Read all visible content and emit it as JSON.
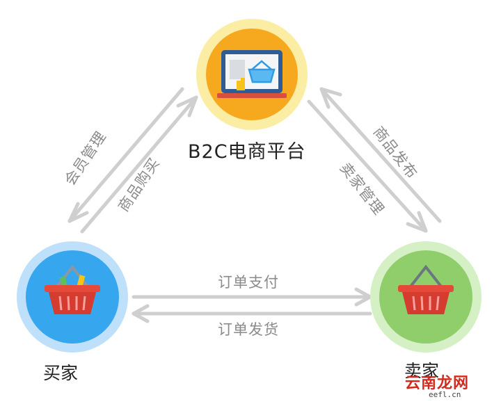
{
  "nodes": {
    "platform": {
      "title": "B2C电商平台",
      "ring": "#fbeea4",
      "fill": "#f6a81f"
    },
    "buyer": {
      "title": "买家",
      "ring": "#bfe0fb",
      "fill": "#36a6ee"
    },
    "seller": {
      "title": "卖家",
      "ring": "#d4f0c4",
      "fill": "#8fce6b"
    }
  },
  "edges": {
    "member_mgmt": "会员管理",
    "product_buy": "商品购买",
    "product_publish": "商品发布",
    "seller_mgmt": "卖家管理",
    "order_pay": "订单支付",
    "order_ship": "订单发货"
  },
  "colors": {
    "arrow": "#cfcfcf",
    "label": "#8a8a8a",
    "basket": "#e4493a"
  },
  "watermark": {
    "text": "云南龙网",
    "sub": "eefl.cn"
  }
}
